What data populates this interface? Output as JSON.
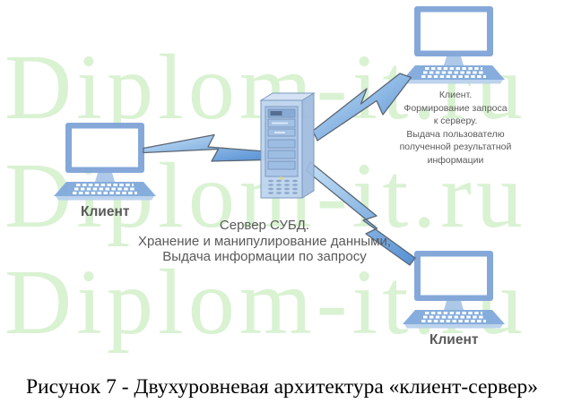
{
  "figure": {
    "caption": "Рисунок 7 - Двухуровневая архитектура «клиент-сервер»"
  },
  "watermark": {
    "text": "Diplom-it.ru",
    "repeat_rows": 3,
    "color": "#d9f2d2"
  },
  "diagram": {
    "server": {
      "icon": "server-tower-icon",
      "caption_lines": [
        "Сервер СУБД.",
        "Хранение и манипулирование данными,",
        "Выдача информации по запросу"
      ]
    },
    "client_left": {
      "icon": "desktop-computer-icon",
      "label": "Клиент"
    },
    "client_top_right": {
      "icon": "desktop-computer-icon",
      "caption_lines": [
        "Клиент.",
        "Формирование запроса",
        "к серверу.",
        "Выдача пользователю",
        "полученной результатной",
        "информации"
      ]
    },
    "client_bottom_right": {
      "icon": "desktop-computer-icon",
      "label": "Клиент"
    },
    "connectors": {
      "icon": "lightning-bolt-icon",
      "count": 3
    }
  },
  "colors": {
    "background": "#ffffff",
    "watermark_green": "#d9f2d2",
    "device_frame_blue": "#7ea3d7",
    "device_fill_blue": "#bcd3ee",
    "keyboard_blue": "#7fa9db",
    "bolt_blue": "#5590d4",
    "label_text": "#595959",
    "caption_text": "#000000"
  }
}
